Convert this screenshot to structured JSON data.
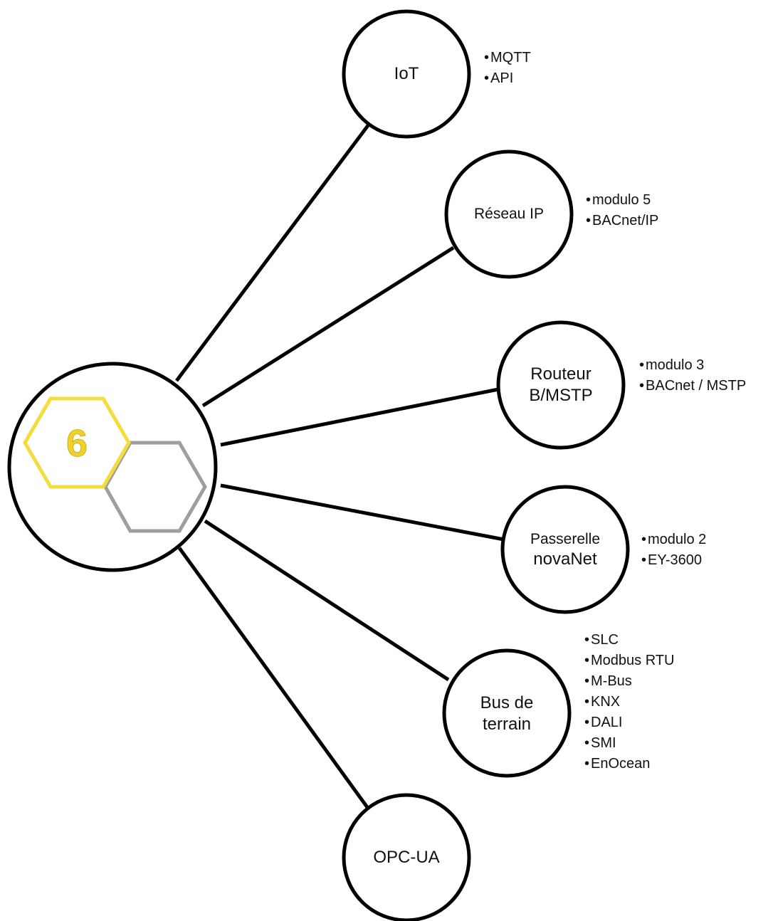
{
  "center": {
    "badge_number": "6",
    "colors": {
      "primary_hex": "#f3dc3c",
      "secondary_hex": "#9e9e9e",
      "number": "#f0d02a"
    }
  },
  "nodes": [
    {
      "id": "iot",
      "lines": [
        "IoT"
      ],
      "bullets": [
        "MQTT",
        "API"
      ]
    },
    {
      "id": "reseau-ip",
      "lines": [
        "Réseau IP"
      ],
      "bullets": [
        "modulo 5",
        "BACnet/IP"
      ]
    },
    {
      "id": "routeur",
      "lines": [
        "Routeur",
        "B/MSTP"
      ],
      "bullets": [
        "modulo 3",
        "BACnet / MSTP"
      ]
    },
    {
      "id": "passerelle",
      "lines": [
        "Passerelle",
        "novaNet"
      ],
      "bullets": [
        "modulo 2",
        "EY-3600"
      ]
    },
    {
      "id": "bus-terrain",
      "lines": [
        "Bus de",
        "terrain"
      ],
      "bullets": [
        "SLC",
        "Modbus RTU",
        "M-Bus",
        "KNX",
        "DALI",
        "SMI",
        "EnOcean"
      ]
    },
    {
      "id": "opc-ua",
      "lines": [
        "OPC-UA"
      ],
      "bullets": []
    }
  ]
}
